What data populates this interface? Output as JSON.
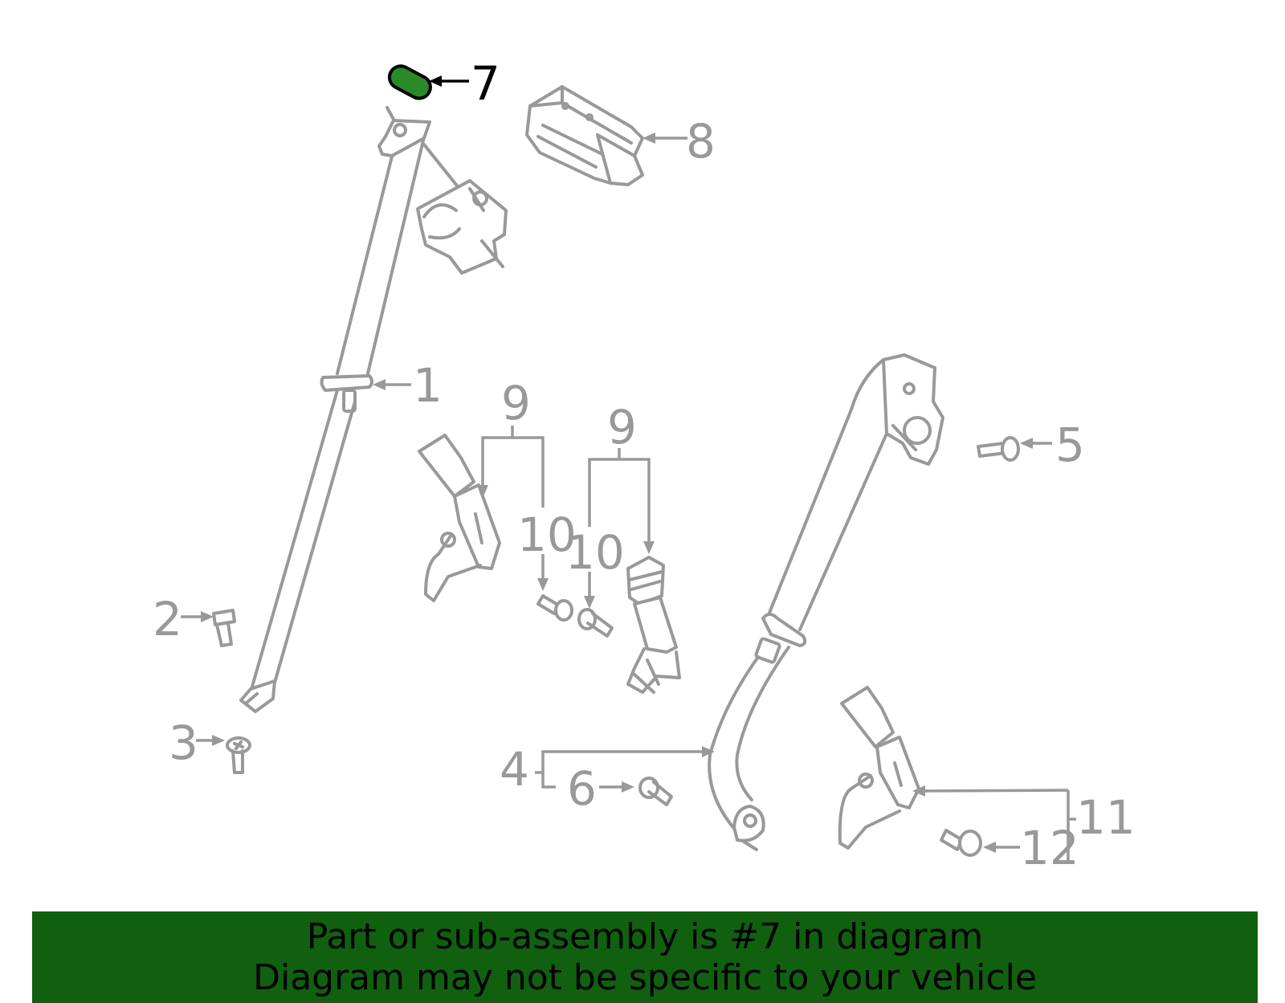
{
  "callouts": {
    "c1": "1",
    "c2": "2",
    "c3": "3",
    "c4": "4",
    "c5": "5",
    "c6": "6",
    "c7": "7",
    "c8": "8",
    "c9a": "9",
    "c9b": "9",
    "c10a": "10",
    "c10b": "10",
    "c11": "11",
    "c12": "12"
  },
  "highlighted_part": "7",
  "colors": {
    "line": "#999999",
    "highlight_fill": "#2a8a2a",
    "highlight_text": "#000000",
    "banner_bg": "#106010",
    "banner_text": "#000000"
  },
  "banner": {
    "line1": "Part or sub-assembly is #7 in diagram",
    "line2": "Diagram may not be specific to your vehicle"
  }
}
